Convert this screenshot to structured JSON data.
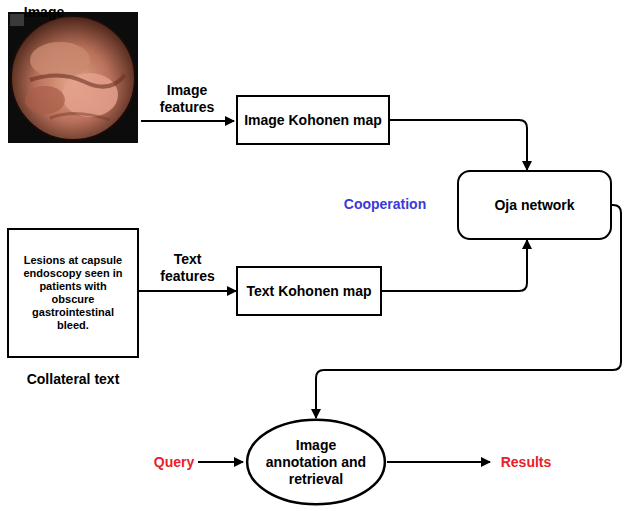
{
  "diagram": {
    "nodes": [
      {
        "text": [
          "Image Kohonen map"
        ]
      },
      {
        "text": [
          "Oja network"
        ]
      },
      {
        "text": [
          "Lesions at capsule endoscopy seen in patients with obscure gastrointestinal bleed.",
          "Collateral text"
        ]
      },
      {
        "text": [
          "Text Kohonen map"
        ]
      },
      {
        "text": [
          "Image annotation and retrieval"
        ]
      }
    ],
    "edges": [
      {
        "from": 0,
        "to": 1,
        "arrow": "to"
      },
      {
        "from": 3,
        "to": 1,
        "arrow": "to"
      },
      {
        "from": 2,
        "to": 3,
        "label": "Text features",
        "arrow": "to"
      },
      {
        "from": 1,
        "to": 4,
        "arrow": "to"
      }
    ],
    "labels": [
      "Image",
      "Image features",
      "Cooperation",
      "Query",
      "Results"
    ]
  }
}
